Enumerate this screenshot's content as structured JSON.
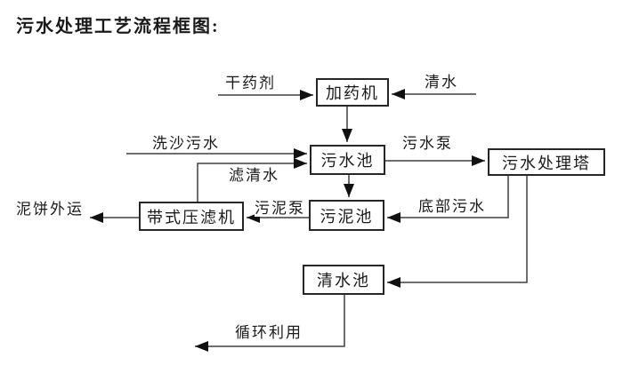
{
  "title": "污水处理工艺流程框图:",
  "colors": {
    "background": "#ffffff",
    "line": "#3f3f3f",
    "arrowhead": "#111111",
    "box_border": "#262626",
    "box_fill": "#ffffff",
    "text": "#1a1a1a"
  },
  "diagram": {
    "nodes": [
      {
        "id": "dosing-machine",
        "label": "加药机"
      },
      {
        "id": "sewage-pool",
        "label": "污水池"
      },
      {
        "id": "sewage-treatment-tower",
        "label": "污水处理塔"
      },
      {
        "id": "sludge-pool",
        "label": "污泥池"
      },
      {
        "id": "belt-filter-press",
        "label": "带式压滤机"
      },
      {
        "id": "clean-water-pool",
        "label": "清水池"
      }
    ],
    "labels": [
      {
        "id": "dry-agent",
        "text": "干药剂"
      },
      {
        "id": "clean-water",
        "text": "清水"
      },
      {
        "id": "sand-wash-sewage",
        "text": "洗沙污水"
      },
      {
        "id": "filtered-water",
        "text": "滤清水"
      },
      {
        "id": "sewage-pump",
        "text": "污水泵"
      },
      {
        "id": "bottom-sewage",
        "text": "底部污水"
      },
      {
        "id": "sludge-pump",
        "text": "污泥泵"
      },
      {
        "id": "mud-cake-transport",
        "text": "泥饼外运"
      },
      {
        "id": "recycling",
        "text": "循环利用"
      }
    ],
    "flows": [
      {
        "from": null,
        "to": "加药机",
        "label": "干药剂"
      },
      {
        "from": null,
        "to": "加药机",
        "label": "清水"
      },
      {
        "from": "加药机",
        "to": "污水池",
        "label": null
      },
      {
        "from": null,
        "to": "污水池",
        "label": "洗沙污水"
      },
      {
        "from": "带式压滤机",
        "to": "污水池",
        "label": "滤清水"
      },
      {
        "from": "污水池",
        "to": "污水处理塔",
        "label": "污水泵"
      },
      {
        "from": "污水池",
        "to": "污泥池",
        "label": null
      },
      {
        "from": "污水处理塔",
        "to": "污泥池",
        "label": "底部污水"
      },
      {
        "from": "污泥池",
        "to": "带式压滤机",
        "label": "污泥泵"
      },
      {
        "from": "带式压滤机",
        "to": null,
        "label": "泥饼外运"
      },
      {
        "from": "污水处理塔",
        "to": "清水池",
        "label": null
      },
      {
        "from": "清水池",
        "to": null,
        "label": "循环利用"
      }
    ]
  }
}
